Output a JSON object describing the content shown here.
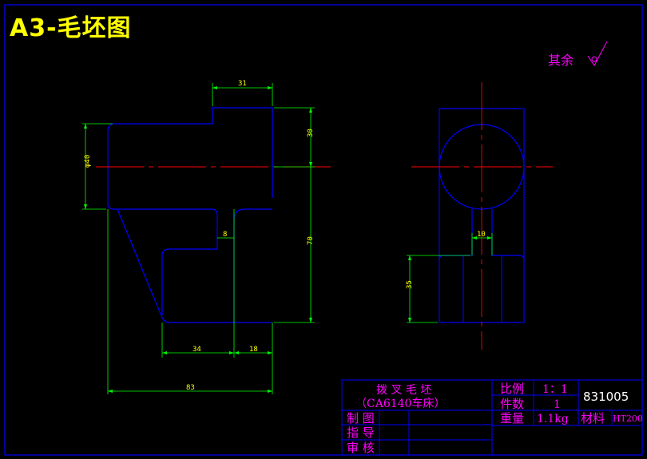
{
  "title": "A3-毛坯图",
  "surface_note": "其余",
  "dimensions": {
    "d31": "31",
    "d30": "30",
    "d40": "φ40",
    "d70": "70",
    "d8": "8",
    "d34": "34",
    "d18": "18",
    "d83": "83",
    "d10": "10",
    "d35": "35"
  },
  "title_block": {
    "part_name": "拨 叉 毛 坯",
    "machine": "（CA6140车床）",
    "scale_label": "比例",
    "scale_value": "1：1",
    "qty_label": "件数",
    "qty_value": "1",
    "weight_label": "重量",
    "weight_value": "1.1kg",
    "material_label": "材料",
    "material_value": "HT200",
    "drawing_no": "831005",
    "draw_label": "制    图",
    "guide_label": "指    导",
    "review_label": "审    核"
  }
}
